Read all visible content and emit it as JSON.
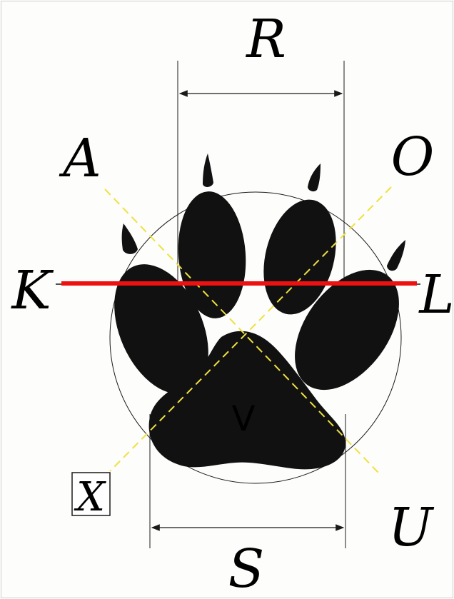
{
  "colors": {
    "paw": "#111111",
    "guide_line": "#1a1a1a",
    "diagonal": "#f0e040",
    "horizontal_bar": "#ee1111",
    "v_label": "#7cc23a",
    "background": "#fdfdfb"
  },
  "labels": {
    "r": "R",
    "s": "S",
    "a": "A",
    "o": "O",
    "k": "K",
    "l": "L",
    "u": "U",
    "x": "X",
    "v": "V"
  }
}
